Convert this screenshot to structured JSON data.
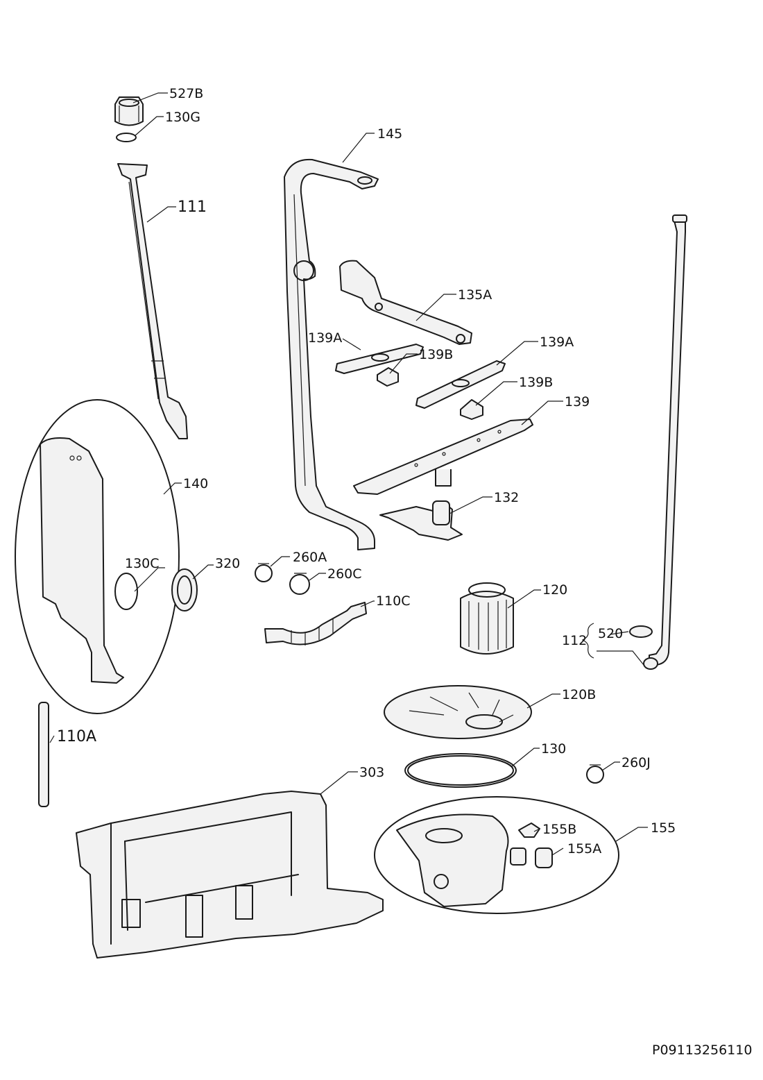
{
  "callouts": {
    "c527B": "527B",
    "c130G": "130G",
    "c111": "111",
    "c145": "145",
    "c135A": "135A",
    "c139A_1": "139A",
    "c139B_1": "139B",
    "c139A_2": "139A",
    "c139B_2": "139B",
    "c139": "139",
    "c140": "140",
    "c132": "132",
    "c130C": "130C",
    "c320": "320",
    "c260A": "260A",
    "c260C": "260C",
    "c110C": "110C",
    "c120": "120",
    "c112": "112",
    "c520": "520",
    "c110A": "110A",
    "c120B": "120B",
    "c130": "130",
    "c260J": "260J",
    "c303": "303",
    "c155": "155",
    "c155B": "155B",
    "c155A": "155A"
  },
  "document_number": "P09113256110"
}
